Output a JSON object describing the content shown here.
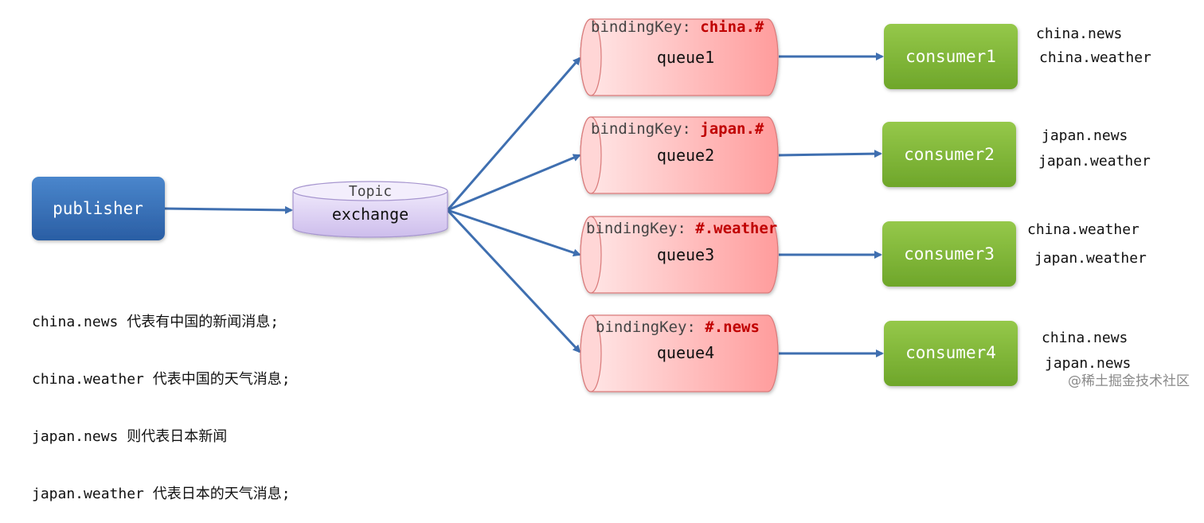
{
  "publisher": {
    "label": "publisher"
  },
  "exchange": {
    "type_label": "Topic",
    "label": "exchange"
  },
  "queues": [
    {
      "name": "queue1",
      "binding_prefix": "bindingKey: ",
      "binding_key": "china.#",
      "consumer": "consumer1",
      "routing_keys": [
        "china.news",
        "china.weather"
      ]
    },
    {
      "name": "queue2",
      "binding_prefix": "bindingKey: ",
      "binding_key": "japan.#",
      "consumer": "consumer2",
      "routing_keys": [
        "japan.news",
        "japan.weather"
      ]
    },
    {
      "name": "queue3",
      "binding_prefix": "bindingKey: ",
      "binding_key": "#.weather",
      "consumer": "consumer3",
      "routing_keys": [
        "china.weather",
        "japan.weather"
      ]
    },
    {
      "name": "queue4",
      "binding_prefix": "bindingKey: ",
      "binding_key": "#.news",
      "consumer": "consumer4",
      "routing_keys": [
        "china.news",
        "japan.news"
      ]
    }
  ],
  "notes": [
    "china.news 代表有中国的新闻消息;",
    "china.weather 代表中国的天气消息;",
    "japan.news 则代表日本新闻",
    "japan.weather 代表日本的天气消息;"
  ],
  "watermark": "@稀土掘金技术社区",
  "colors": {
    "publisher": "#2f6db5",
    "exchange": "#d9cdf0",
    "queue": "#ff9a9a",
    "consumer": "#7fb532",
    "arrow": "#3f6fb0",
    "binding_key": "#c00000"
  }
}
